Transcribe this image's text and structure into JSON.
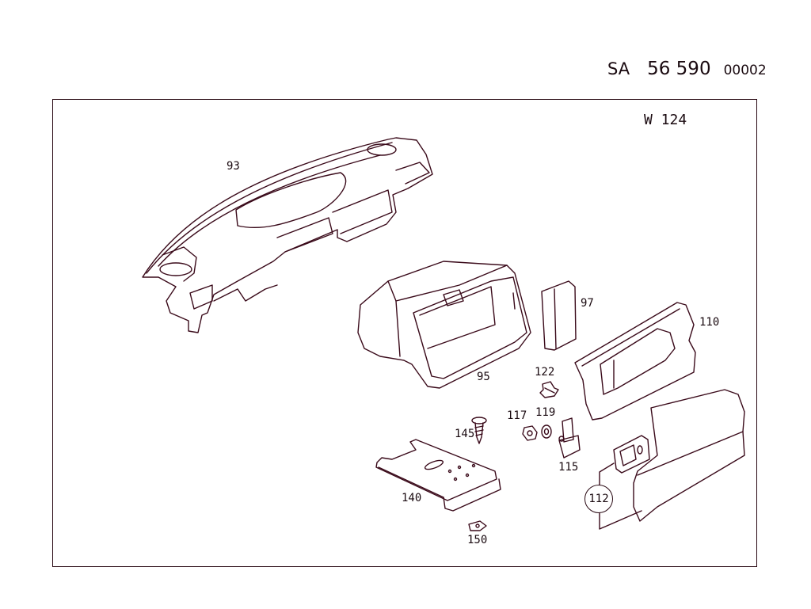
{
  "header": {
    "prefix": "SA",
    "group_number": "56 590",
    "sheet": "00002"
  },
  "diagram": {
    "model": "W 124",
    "parts": [
      {
        "id": "93",
        "name": "dashboard"
      },
      {
        "id": "95",
        "name": "glove-box"
      },
      {
        "id": "97",
        "name": "cover-panel"
      },
      {
        "id": "110",
        "name": "glove-box-lid-inner"
      },
      {
        "id": "112",
        "name": "glove-box-lid-with-lock",
        "circled": true
      },
      {
        "id": "115",
        "name": "hinge"
      },
      {
        "id": "117",
        "name": "nut"
      },
      {
        "id": "119",
        "name": "washer"
      },
      {
        "id": "122",
        "name": "clip"
      },
      {
        "id": "140",
        "name": "mounting-bracket"
      },
      {
        "id": "145",
        "name": "screw"
      },
      {
        "id": "150",
        "name": "speed-nut"
      }
    ]
  }
}
